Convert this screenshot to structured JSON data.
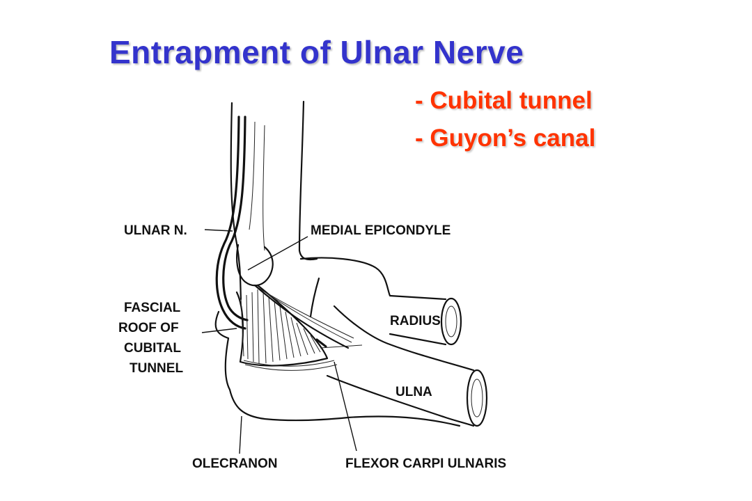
{
  "slide": {
    "title": "Entrapment of Ulnar Nerve",
    "subitems": [
      "- Cubital tunnel",
      "- Guyon’s canal"
    ]
  },
  "diagram": {
    "labels": {
      "ulnar_nerve": "ULNAR N.",
      "medial_epicondyle": "MEDIAL EPICONDYLE",
      "fascial_roof_line1": "FASCIAL",
      "fascial_roof_line2": "ROOF OF",
      "fascial_roof_line3": "CUBITAL",
      "fascial_roof_line4": "TUNNEL",
      "radius": "RADIUS",
      "ulna": "ULNA",
      "olecranon": "OLECRANON",
      "flexor_carpi_ulnaris": "FLEXOR CARPI ULNARIS"
    }
  },
  "colors": {
    "title": "#3333cc",
    "subitems": "#ff3300",
    "background": "#ffffff"
  }
}
